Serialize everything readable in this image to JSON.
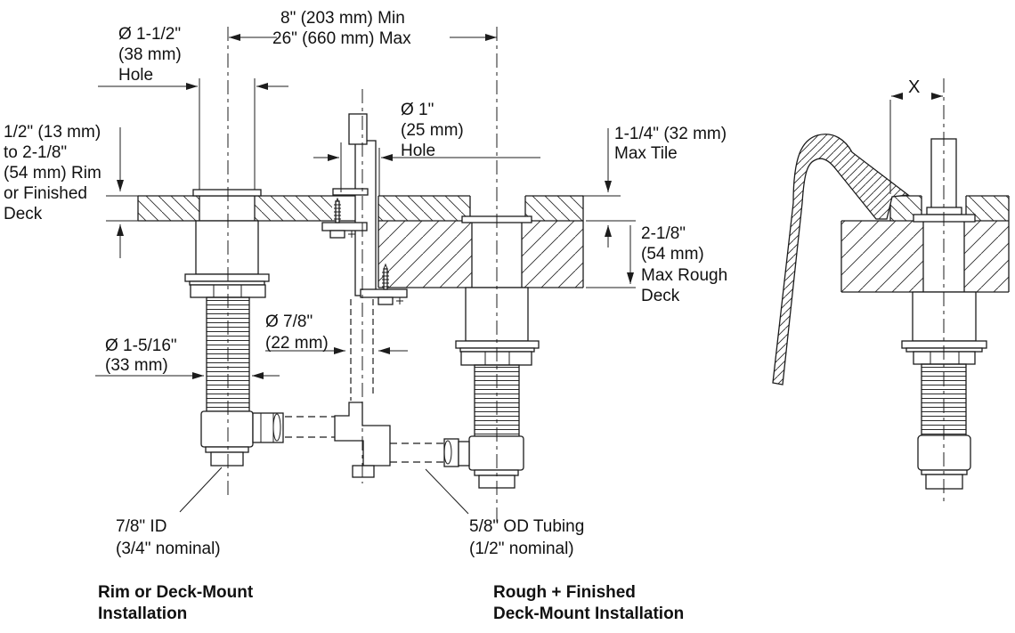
{
  "drawing": {
    "dimensions": {
      "spread_min": "8\" (203 mm) Min",
      "spread_max": "26\" (660 mm) Max",
      "hole38": [
        "Ø 1-1/2\"",
        "(38 mm)",
        "Hole"
      ],
      "deck_range": [
        "1/2\" (13 mm)",
        "to 2-1/8\"",
        "(54 mm) Rim",
        "or Finished",
        "Deck"
      ],
      "hole25": [
        "Ø 1\"",
        "(25 mm)",
        "Hole"
      ],
      "max_tile": [
        "1-1/4\" (32 mm)",
        "Max Tile"
      ],
      "max_rough": [
        "2-1/8\"",
        "(54 mm)",
        "Max Rough",
        "Deck"
      ],
      "shank33": [
        "Ø 1-5/16\"",
        "(33 mm)"
      ],
      "pipe22": [
        "Ø 7/8\"",
        "(22 mm)"
      ],
      "id78": [
        "7/8\" ID",
        "(3/4\" nominal)"
      ],
      "od58": [
        "5/8\" OD Tubing",
        "(1/2\" nominal)"
      ],
      "x_dim": "X"
    },
    "captions": {
      "left": [
        "Rim or Deck-Mount",
        "Installation"
      ],
      "right": [
        "Rough + Finished",
        "Deck-Mount Installation"
      ]
    },
    "colors": {
      "line": "#1c1c1c",
      "background": "#ffffff"
    }
  }
}
